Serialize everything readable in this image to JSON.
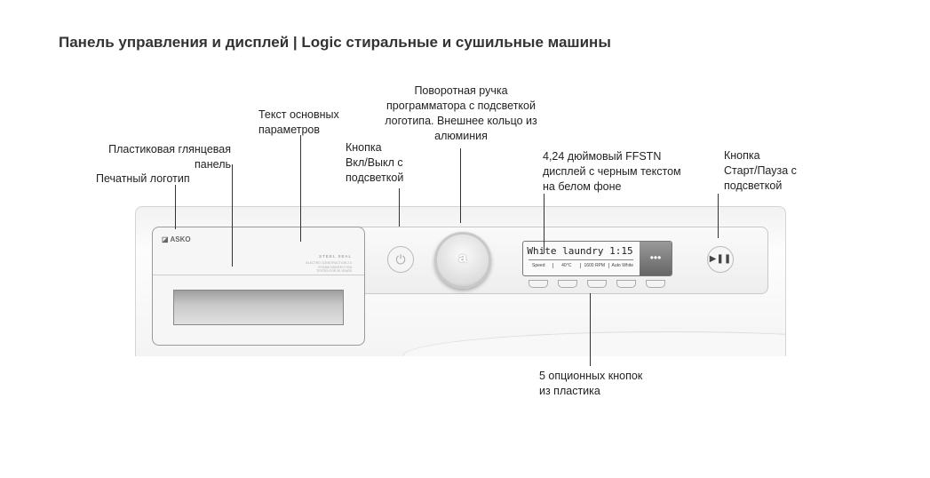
{
  "title": "Панель управления и дисплей | Logic стиральные и сушильные машины",
  "callouts": {
    "logo": "Печатный логотип",
    "panel": [
      "Пластиковая глянцевая",
      "панель"
    ],
    "text": [
      "Текст основных",
      "параметров"
    ],
    "power": [
      "Кнопка",
      "Вкл/Выкл с",
      "подсветкой"
    ],
    "knob": [
      "Поворотная ручка",
      "программатора с подсветкой",
      "логотипа. Внешнее кольцо из",
      "алюминия"
    ],
    "display": [
      "4,24 дюймовый FFSTN",
      "дисплей с черным текстом",
      "на белом фоне"
    ],
    "start": [
      "Кнопка",
      "Старт/Пауза с",
      "подсветкой"
    ],
    "options": [
      "5 опционных кнопок",
      "из пластика"
    ]
  },
  "machine": {
    "brand": "ASKO",
    "seal_title": "STEEL SEAL",
    "seal_lines": [
      "ELECTRO CONSTRUCTION 2.0",
      "STEAM DISINFECTION",
      "TESTED FOR 20 YEARS"
    ],
    "knob_logo": "a",
    "display": {
      "main": "White laundry 1:15",
      "options": [
        "Speed",
        "40°C",
        "1600 RPM",
        "Auto White"
      ],
      "menu": "•••"
    },
    "power_icon": "power-icon",
    "start_icon": "play-pause-icon"
  }
}
